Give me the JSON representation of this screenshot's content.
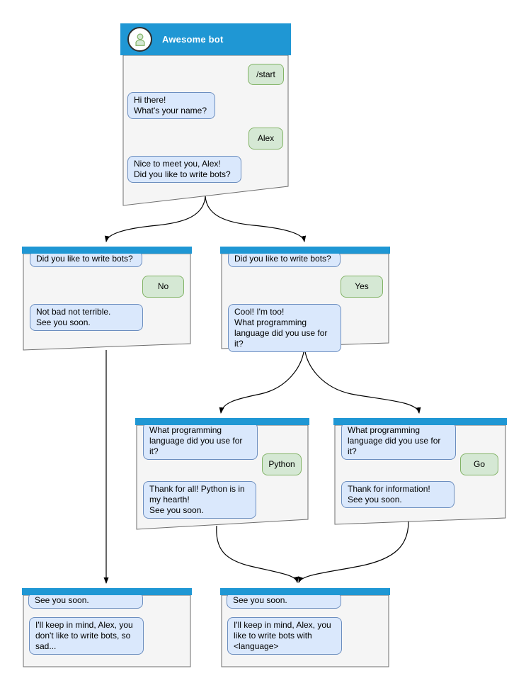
{
  "diagram_title": "Awesome bot conversation flow",
  "colors": {
    "header_blue": "#1f97d4",
    "body_bg": "#f5f5f5",
    "body_border": "#6e6e6e",
    "bot_bubble_bg": "#dae8fc",
    "bot_bubble_border": "#6c8ebf",
    "user_bubble_bg": "#d5e8d4",
    "user_bubble_border": "#82b366",
    "arrow": "#000000",
    "title_text": "#ffffff"
  },
  "icons": {
    "avatar": "person-icon"
  },
  "windows": [
    {
      "id": "start",
      "header": {
        "title": "Awesome bot"
      },
      "bubbles": [
        {
          "from": "user",
          "text": "/start"
        },
        {
          "from": "bot",
          "text": "Hi there!\nWhat's your name?"
        },
        {
          "from": "user",
          "text": "Alex"
        },
        {
          "from": "bot",
          "text": "Nice to meet you, Alex!\nDid you like to write bots?"
        }
      ]
    },
    {
      "id": "branch-no",
      "bubbles": [
        {
          "from": "bot",
          "text": "Did you like to write bots?"
        },
        {
          "from": "user",
          "text": "No"
        },
        {
          "from": "bot",
          "text": "Not bad not terrible.\nSee you soon."
        }
      ]
    },
    {
      "id": "branch-yes",
      "bubbles": [
        {
          "from": "bot",
          "text": "Did you like to write bots?"
        },
        {
          "from": "user",
          "text": "Yes"
        },
        {
          "from": "bot",
          "text": "Cool! I'm too!\nWhat programming\nlanguage did you use for it?"
        }
      ]
    },
    {
      "id": "branch-python",
      "bubbles": [
        {
          "from": "bot",
          "text": "What programming\nlanguage did you use for it?"
        },
        {
          "from": "user",
          "text": "Python"
        },
        {
          "from": "bot",
          "text": "Thank for all! Python is in\nmy hearth!\nSee you soon."
        }
      ]
    },
    {
      "id": "branch-go",
      "bubbles": [
        {
          "from": "bot",
          "text": "What programming\nlanguage did you use for it?"
        },
        {
          "from": "user",
          "text": "Go"
        },
        {
          "from": "bot",
          "text": "Thank for information!\nSee you soon."
        }
      ]
    },
    {
      "id": "end-no",
      "bubbles": [
        {
          "from": "bot",
          "text": "See you soon."
        },
        {
          "from": "bot",
          "text": "I'll keep in mind, Alex, you\ndon't like to write bots, so\nsad..."
        }
      ]
    },
    {
      "id": "end-yes",
      "bubbles": [
        {
          "from": "bot",
          "text": "See you soon."
        },
        {
          "from": "bot",
          "text": "I'll keep in mind, Alex, you\nlike to write bots with\n<language>"
        }
      ]
    }
  ]
}
